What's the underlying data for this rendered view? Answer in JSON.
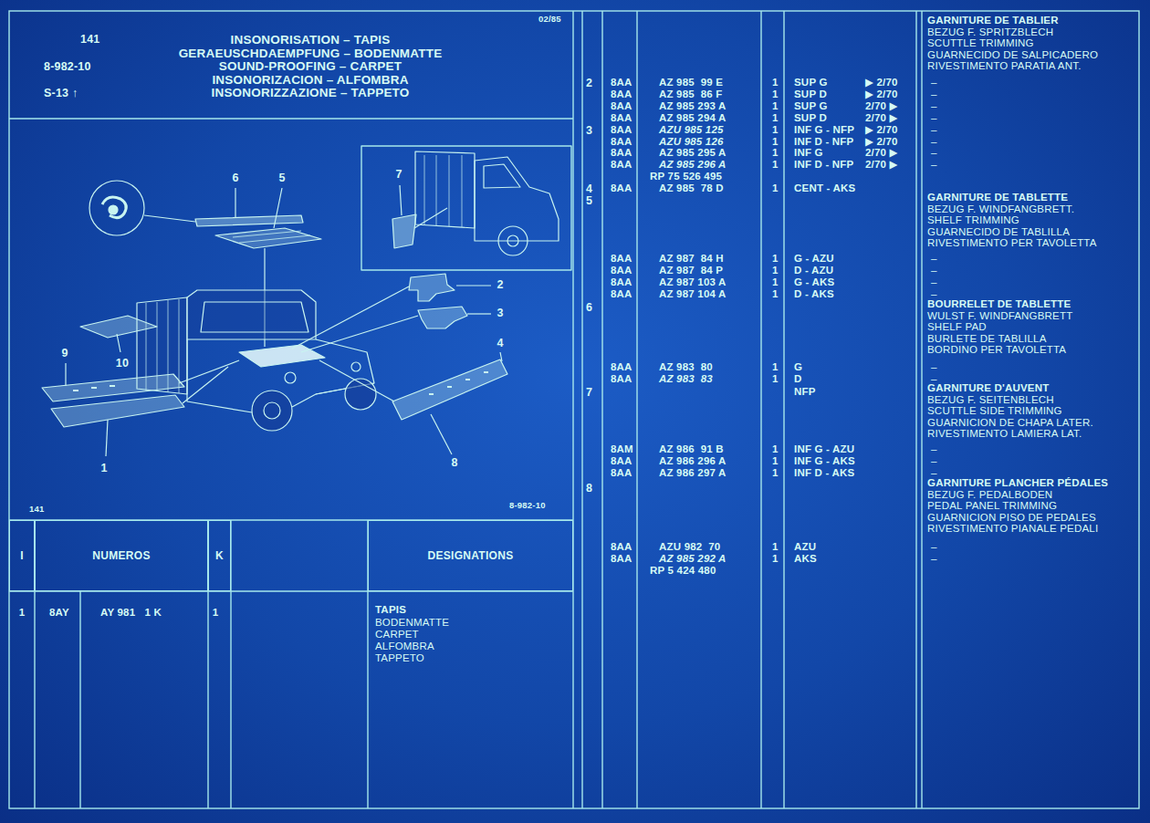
{
  "diagram": {
    "title": "INSONORISATION – TAPIS",
    "nodes": [
      {
        "text": [
          "I"
        ]
      },
      {
        "text": [
          "NUMEROS"
        ]
      },
      {
        "text": [
          "K"
        ]
      },
      {
        "text": [
          "DESIGNATIONS"
        ]
      }
    ],
    "labels": [
      "02/85",
      "141",
      "8-982-10",
      "S-13 ↑",
      "GERAEUSCHDAEMPFUNG – BODENMATTE",
      "SOUND-PROOFING – CARPET",
      "INSONORIZACION – ALFOMBRA",
      "INSONORIZZAZIONE – TAPPETO",
      "6",
      "5",
      "2",
      "3",
      "4",
      "7",
      "10",
      "9",
      "1",
      "8",
      "141",
      "8-982-10",
      "1",
      "8AY",
      "AY 981   1 K",
      "1",
      "TAPIS",
      "BODENMATTE",
      "CARPET",
      "ALFOMBRA",
      "TAPPETO",
      "2",
      "8AA",
      "AZ 985  99 E",
      "1",
      "SUP G",
      "▶ 2/70",
      "8AA",
      "AZ 985  86 F",
      "1",
      "SUP D",
      "▶ 2/70",
      "8AA",
      "AZ 985 293 A",
      "1",
      "SUP G",
      "2/70 ▶",
      "8AA",
      "AZ 985 294 A",
      "1",
      "SUP D",
      "2/70 ▶",
      "3",
      "8AA",
      "AZU 985 125",
      "1",
      "INF G - NFP",
      "▶ 2/70",
      "8AA",
      "AZU 985 126",
      "1",
      "INF D - NFP",
      "▶ 2/70",
      "8AA",
      "AZ 985 295 A",
      "1",
      "INF G",
      "2/70 ▶",
      "8AA",
      "AZ 985 296 A",
      "1",
      "INF D - NFP",
      "2/70 ▶",
      "RP 75 526 495",
      "4",
      "8AA",
      "AZ 985  78 D",
      "1",
      "CENT - AKS",
      "5",
      "8AA",
      "AZ 987  84 H",
      "1",
      "G - AZU",
      "8AA",
      "AZ 987  84 P",
      "1",
      "D - AZU",
      "8AA",
      "AZ 987 103 A",
      "1",
      "G - AKS",
      "8AA",
      "AZ 987 104 A",
      "1",
      "D - AKS",
      "6",
      "8AA",
      "AZ 983  80",
      "1",
      "G",
      "8AA",
      "AZ 983  83",
      "1",
      "D",
      "7",
      "NFP",
      "8AM",
      "AZ 986  91 B",
      "1",
      "INF G - AZU",
      "8AA",
      "AZ 986 296 A",
      "1",
      "INF G - AKS",
      "8AA",
      "AZ 986 297 A",
      "1",
      "INF D - AKS",
      "8",
      "8AA",
      "AZU 982  70",
      "1",
      "AZU",
      "8AA",
      "AZ 985 292 A",
      "1",
      "AKS",
      "RP 5 424 480",
      "GARNITURE DE TABLIER",
      "BEZUG F. SPRITZBLECH",
      "SCUTTLE TRIMMING",
      "GUARNECIDO DE SALPICADERO",
      "RIVESTIMENTO PARATIA ANT.",
      "–",
      "–",
      "–",
      "–",
      "–",
      "–",
      "–",
      "–",
      "GARNITURE DE TABLETTE",
      "BEZUG F. WINDFANGBRETT.",
      "SHELF TRIMMING",
      "GUARNECIDO DE TABLILLA",
      "RIVESTIMENTO PER TAVOLETTA",
      "–",
      "–",
      "–",
      "–",
      "BOURRELET DE TABLETTE",
      "WULST F. WINDFANGBRETT",
      "SHELF PAD",
      "BURLETE DE TABLILLA",
      "BORDINO PER TAVOLETTA",
      "–",
      "–",
      "GARNITURE D'AUVENT",
      "BEZUG F. SEITENBLECH",
      "SCUTTLE SIDE TRIMMING",
      "GUARNICION DE CHAPA LATER.",
      "RIVESTIMENTO LAMIERA LAT.",
      "–",
      "–",
      "–",
      "GARNITURE PLANCHER PÉDALES",
      "BEZUG F. PEDALBODEN",
      "PEDAL PANEL TRIMMING",
      "GUARNICION PISO DE PEDALES",
      "RIVESTIMENTO PIANALE PEDALI",
      "–",
      "–"
    ]
  }
}
